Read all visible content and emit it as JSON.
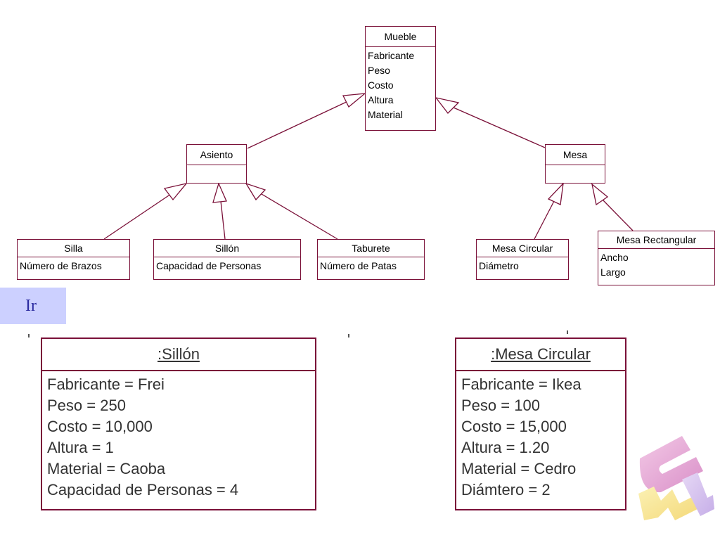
{
  "classes": {
    "mueble": {
      "name": "Mueble",
      "attributes": [
        "Fabricante",
        "Peso",
        "Costo",
        "Altura",
        "Material"
      ]
    },
    "asiento": {
      "name": "Asiento"
    },
    "mesa": {
      "name": "Mesa"
    },
    "silla": {
      "name": "Silla",
      "attributes": [
        "Número de Brazos"
      ]
    },
    "sillon": {
      "name": "Sillón",
      "attributes": [
        "Capacidad de Personas"
      ]
    },
    "taburete": {
      "name": "Taburete",
      "attributes": [
        "Número de Patas"
      ]
    },
    "mesa_circular": {
      "name": "Mesa Circular",
      "attributes": [
        "Diámetro"
      ]
    },
    "mesa_rectangular": {
      "name": "Mesa Rectangular",
      "attributes": [
        "Ancho",
        "Largo"
      ]
    }
  },
  "nav": {
    "ir_label": "Ir"
  },
  "objects": {
    "sillon": {
      "title": ":Sillón",
      "attributes": [
        "Fabricante = Frei",
        "Peso = 250",
        "Costo = 10,000",
        "Altura = 1",
        "Material = Caoba",
        "Capacidad de Personas = 4"
      ]
    },
    "mesa_circular": {
      "title": ":Mesa Circular",
      "attributes": [
        "Fabricante = Ikea",
        "Peso = 100",
        "Costo = 15,000",
        "Altura = 1.20",
        "Material = Cedro",
        "Diámtero = 2"
      ]
    }
  },
  "colors": {
    "border": "#7a1038",
    "button_bg": "#ccd0ff",
    "button_text": "#2b2ba0"
  }
}
